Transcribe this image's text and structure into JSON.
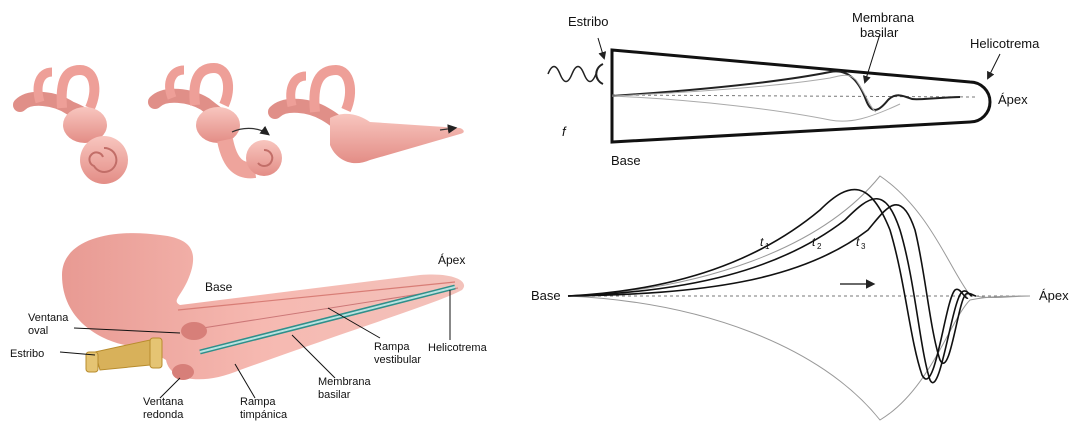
{
  "anatomy": {
    "top_labels": {},
    "bottom": {
      "base": "Base",
      "apex": "Ápex",
      "ventana_oval": [
        "Ventana",
        "oval"
      ],
      "estribo": "Estribo",
      "ventana_redonda": [
        "Ventana",
        "redonda"
      ],
      "rampa_timpanica": [
        "Rampa",
        "timpánica"
      ],
      "membrana_basilar": [
        "Membrana",
        "basilar"
      ],
      "rampa_vestibular": [
        "Rampa",
        "vestibular"
      ],
      "helicotrema": "Helicotrema"
    }
  },
  "schematic": {
    "estribo": "Estribo",
    "membrana": [
      "Membrana",
      "basilar"
    ],
    "helicotrema": "Helicotrema",
    "apex": "Ápex",
    "base": "Base",
    "f": "f"
  },
  "waves": {
    "base": "Base",
    "apex": "Ápex",
    "t1": "t",
    "t1_sub": "1",
    "t2": "t",
    "t2_sub": "2",
    "t3": "t",
    "t3_sub": "3"
  },
  "colors": {
    "cochlea_fill": "#f2a8a0",
    "cochlea_dark": "#d77f79",
    "stapes": "#d8b15a",
    "membrane_teal": "#2f8f8a",
    "membrane_light": "#9fd0d0"
  }
}
